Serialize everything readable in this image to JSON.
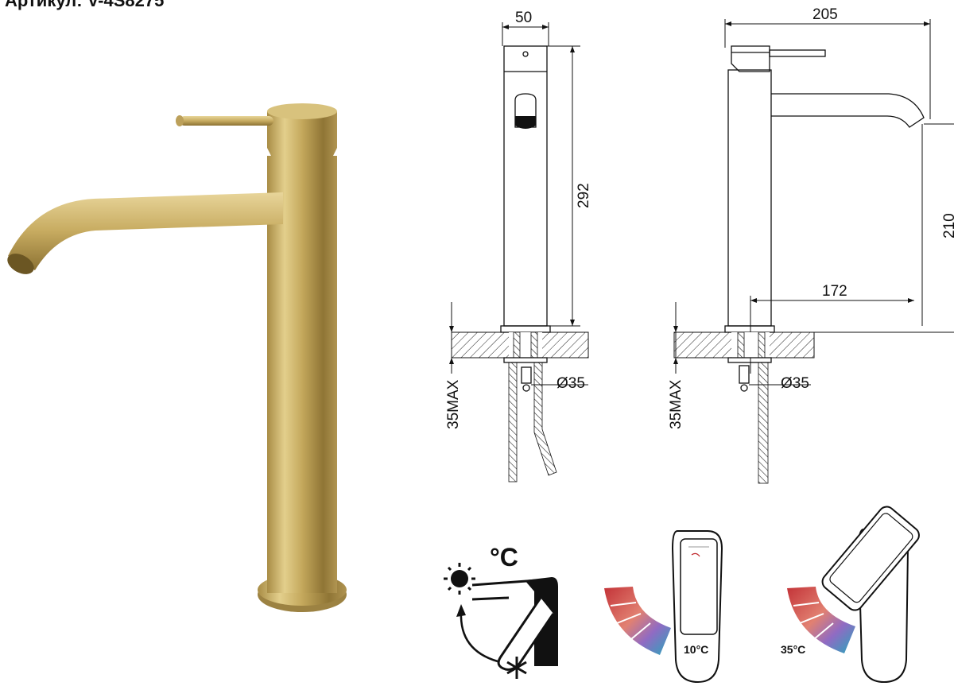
{
  "heading": "Артикул: V-4S8275",
  "dimensions": {
    "front_width": "50",
    "front_height": "292",
    "side_width": "205",
    "spout_reach": "172",
    "spout_height": "210",
    "countertop_max_front": "35MAX",
    "countertop_max_side": "35MAX",
    "hole_diameter_front": "Ø35",
    "hole_diameter_side": "Ø35"
  },
  "temperature": {
    "unit_label": "°C",
    "cold_label": "10°C",
    "hot_label": "35°C"
  },
  "colors": {
    "gold": "#c9b064",
    "hot": "#c0282d",
    "cold": "#1aa3b8"
  },
  "icons": [
    "sun-icon",
    "snowflake-icon",
    "rotate-arrow-icon",
    "lever-icon"
  ]
}
